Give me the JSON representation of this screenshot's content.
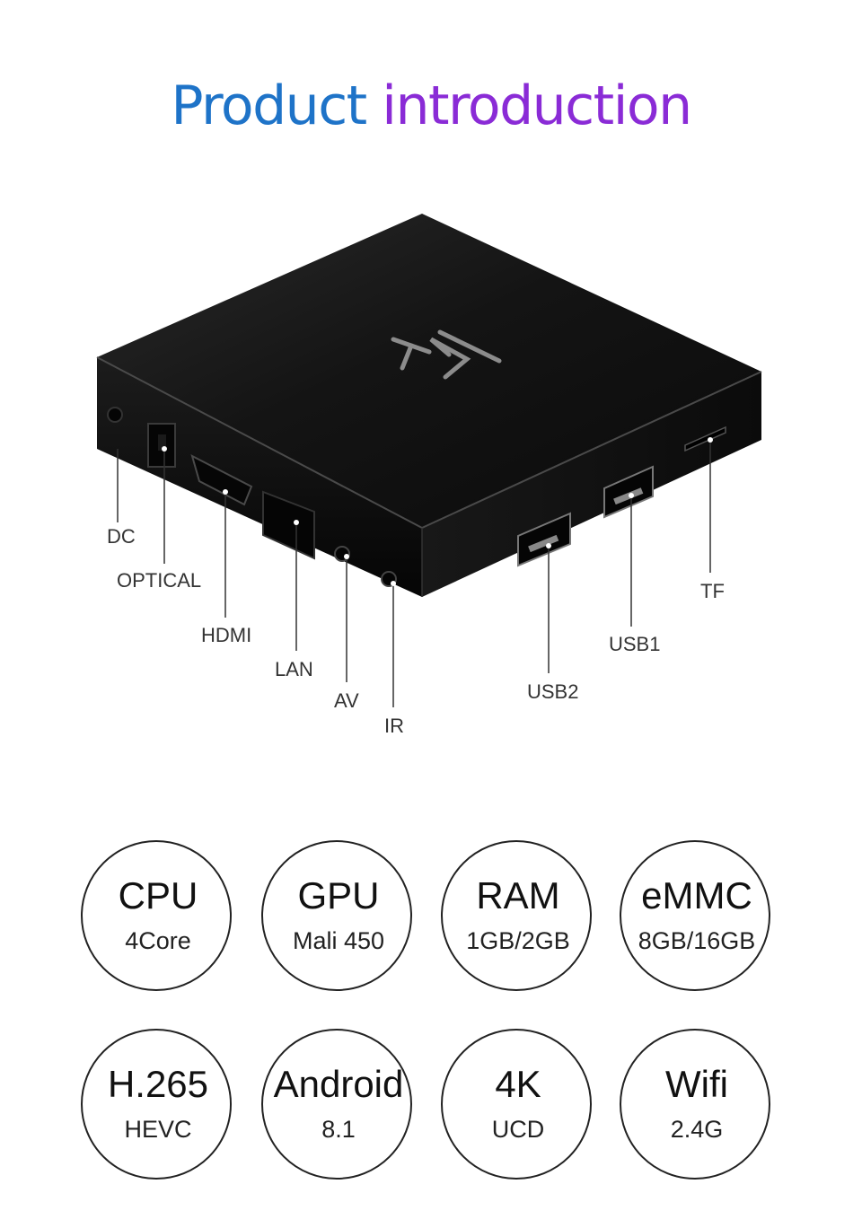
{
  "title": {
    "part1": "Product",
    "part2": "introduction"
  },
  "device": {
    "logo_text": "TS"
  },
  "ports": [
    {
      "id": "dc",
      "label": "DC"
    },
    {
      "id": "optical",
      "label": "OPTICAL"
    },
    {
      "id": "hdmi",
      "label": "HDMI"
    },
    {
      "id": "lan",
      "label": "LAN"
    },
    {
      "id": "av",
      "label": "AV"
    },
    {
      "id": "ir",
      "label": "IR"
    },
    {
      "id": "usb2",
      "label": "USB2"
    },
    {
      "id": "usb1",
      "label": "USB1"
    },
    {
      "id": "tf",
      "label": "TF"
    }
  ],
  "specs": [
    {
      "id": "cpu",
      "title": "CPU",
      "value": "4Core"
    },
    {
      "id": "gpu",
      "title": "GPU",
      "value": "Mali 450"
    },
    {
      "id": "ram",
      "title": "RAM",
      "value": "1GB/2GB"
    },
    {
      "id": "emmc",
      "title": "eMMC",
      "value": "8GB/16GB"
    },
    {
      "id": "codec",
      "title": "H.265",
      "value": "HEVC"
    },
    {
      "id": "os",
      "title": "Android",
      "value": "8.1"
    },
    {
      "id": "resolution",
      "title": "4K",
      "value": "UCD"
    },
    {
      "id": "wifi",
      "title": "Wifi",
      "value": "2.4G"
    }
  ],
  "colors": {
    "title_blue": "#1e73c8",
    "title_purple": "#8a2bd6",
    "device_body": "#111111"
  }
}
